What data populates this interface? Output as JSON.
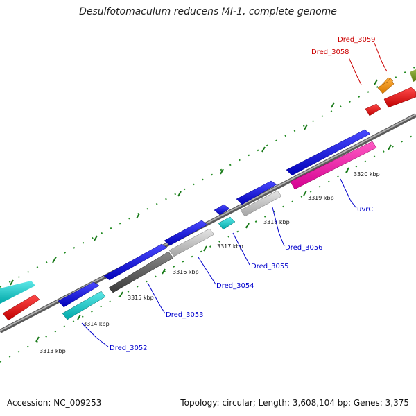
{
  "title": "Desulfotomaculum reducens MI-1, complete genome",
  "footer": {
    "accession": "Accession: NC_009253",
    "summary": "Topology: circular; Length: 3,608,104 bp; Genes: 3,375"
  },
  "scale": {
    "ticks": [
      "3313 kbp",
      "3314 kbp",
      "3315 kbp",
      "3316 kbp",
      "3317 kbp",
      "3318 kbp",
      "3319 kbp",
      "3320 kbp"
    ]
  },
  "gene_labels": [
    {
      "text": "Dred_3052",
      "color": "#0000cc"
    },
    {
      "text": "Dred_3053",
      "color": "#0000cc"
    },
    {
      "text": "Dred_3054",
      "color": "#0000cc"
    },
    {
      "text": "Dred_3055",
      "color": "#0000cc"
    },
    {
      "text": "Dred_3056",
      "color": "#0000cc"
    },
    {
      "text": "uvrC",
      "color": "#0000cc"
    },
    {
      "text": "Dred_3058",
      "color": "#cc0000"
    },
    {
      "text": "Dred_3059",
      "color": "#cc0000"
    }
  ],
  "colors": {
    "cds": "#0a0af0",
    "backbone": "#888888",
    "dots": "#228b22"
  }
}
